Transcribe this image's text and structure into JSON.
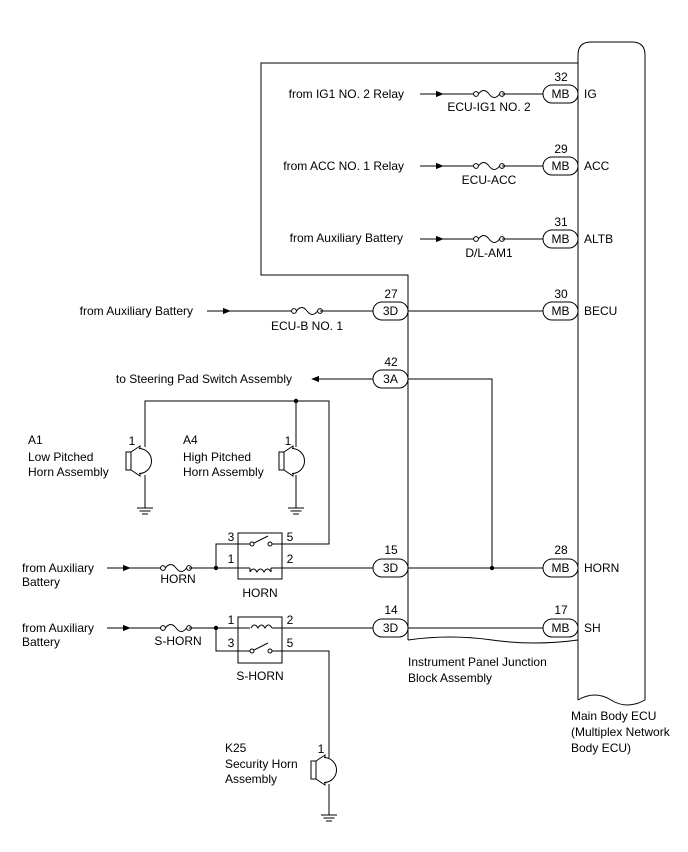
{
  "ecu": {
    "label_lines": [
      "Main Body ECU",
      "(Multiplex Network",
      "Body ECU)"
    ],
    "pins": [
      {
        "num": "32",
        "conn": "MB",
        "name": "IG"
      },
      {
        "num": "29",
        "conn": "MB",
        "name": "ACC"
      },
      {
        "num": "31",
        "conn": "MB",
        "name": "ALTB"
      },
      {
        "num": "30",
        "conn": "MB",
        "name": "BECU"
      },
      {
        "num": "28",
        "conn": "MB",
        "name": "HORN"
      },
      {
        "num": "17",
        "conn": "MB",
        "name": "SH"
      }
    ]
  },
  "junction_block": {
    "label_lines": [
      "Instrument Panel Junction",
      "Block Assembly"
    ],
    "pins": [
      {
        "num": "27",
        "conn": "3D"
      },
      {
        "num": "42",
        "conn": "3A"
      },
      {
        "num": "15",
        "conn": "3D"
      },
      {
        "num": "14",
        "conn": "3D"
      }
    ]
  },
  "sources": {
    "ig": "from IG1 NO. 2 Relay",
    "acc": "from ACC NO. 1 Relay",
    "altb": "from Auxiliary Battery",
    "becu": "from Auxiliary Battery",
    "steering": "to Steering Pad Switch Assembly",
    "horn_lines": [
      "from Auxiliary",
      "Battery"
    ],
    "shorn_lines": [
      "from Auxiliary",
      "Battery"
    ]
  },
  "fuses": {
    "ig": "ECU-IG1 NO. 2",
    "acc": "ECU-ACC",
    "altb": "D/L-AM1",
    "becu": "ECU-B NO. 1",
    "horn": "HORN",
    "shorn": "S-HORN"
  },
  "relays": {
    "horn": {
      "name": "HORN",
      "pins": [
        "3",
        "1",
        "5",
        "2"
      ]
    },
    "shorn": {
      "name": "S-HORN",
      "pins": [
        "1",
        "3",
        "2",
        "5"
      ]
    }
  },
  "horns": {
    "a1": {
      "code": "A1",
      "pin": "1",
      "lines": [
        "Low Pitched",
        "Horn Assembly"
      ]
    },
    "a4": {
      "code": "A4",
      "pin": "1",
      "lines": [
        "High Pitched",
        "Horn Assembly"
      ]
    },
    "k25": {
      "code": "K25",
      "pin": "1",
      "lines": [
        "Security Horn",
        "Assembly"
      ]
    }
  }
}
